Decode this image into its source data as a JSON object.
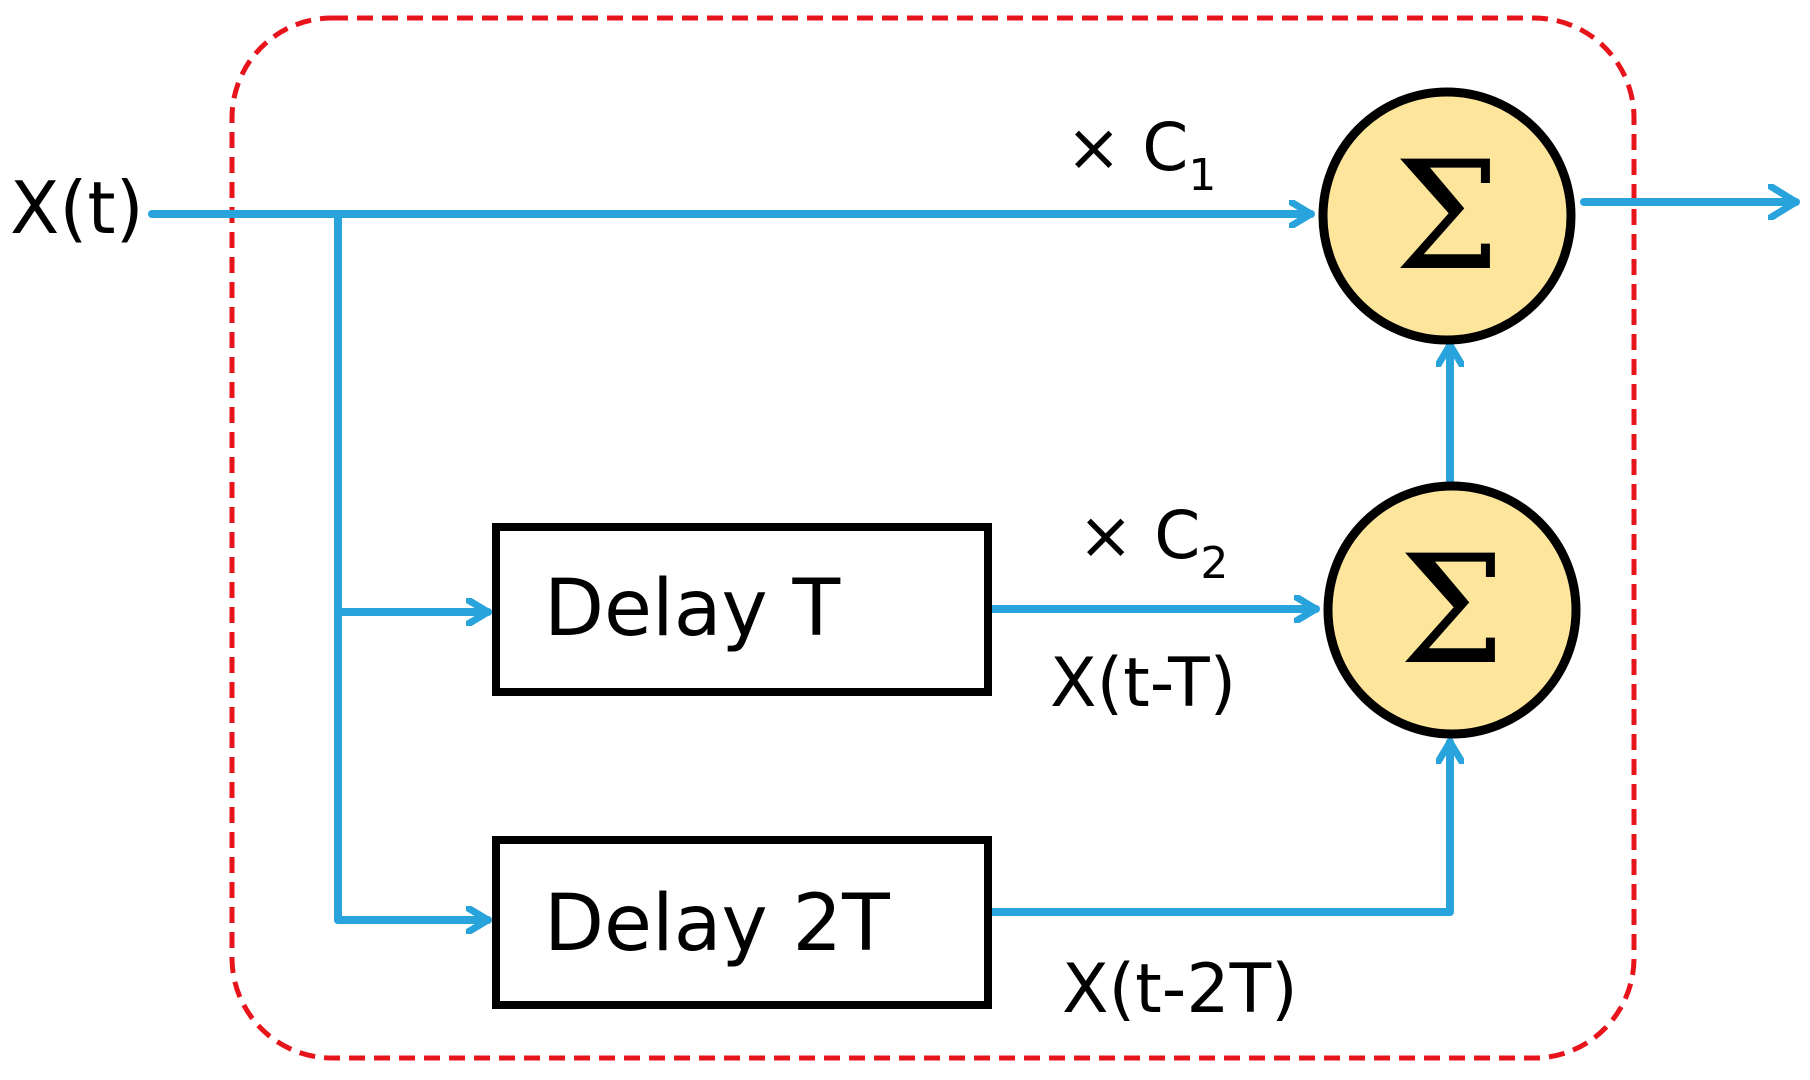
{
  "colors": {
    "signal_line": "#29a3dc",
    "boundary": "#e8141c",
    "summer_fill": "#fde69b",
    "outline": "#000000"
  },
  "labels": {
    "input": "X(t)",
    "gain_c1_prefix": "× C",
    "gain_c1_sub": "1",
    "gain_c2_prefix": "× C",
    "gain_c2_sub": "2",
    "delay_t_out": "X(t-T)",
    "delay_2t_out": "X(t-2T)"
  },
  "blocks": {
    "delay_t": "Delay T",
    "delay_2t": "Delay 2T"
  },
  "summers": {
    "top_symbol": "Σ",
    "bottom_symbol": "Σ"
  }
}
